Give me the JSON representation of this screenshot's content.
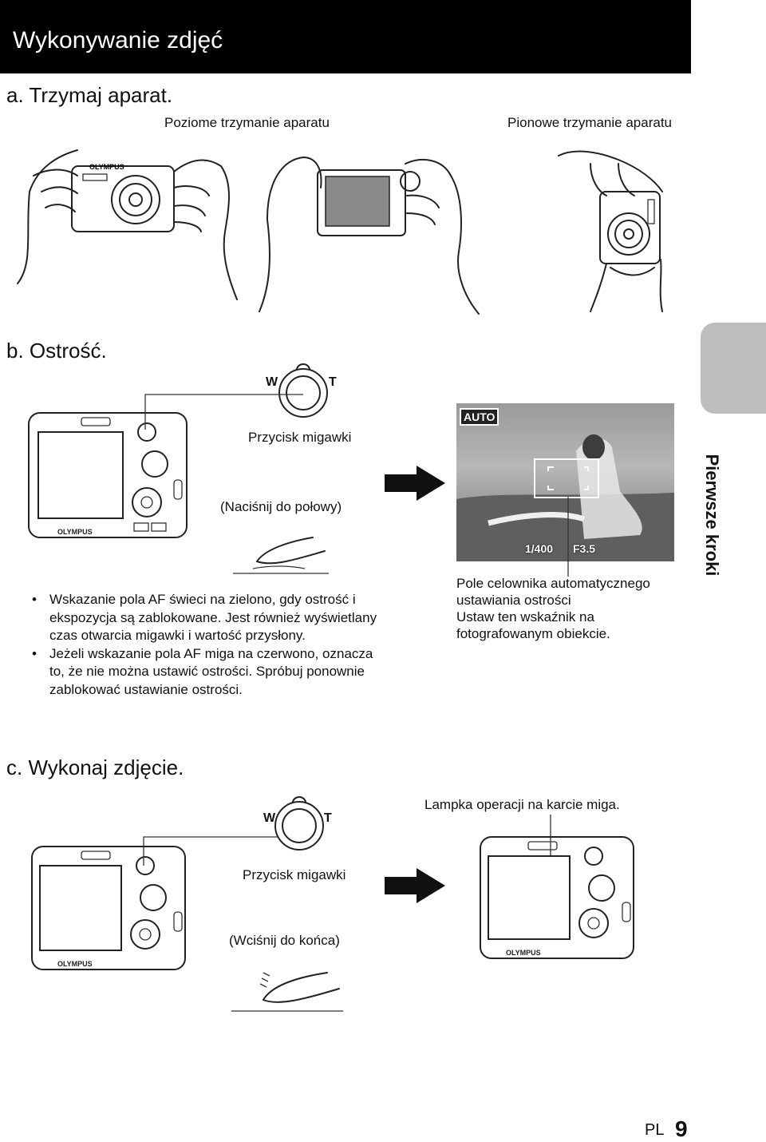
{
  "header": {
    "title": "Wykonywanie zdjęć"
  },
  "step_a": {
    "label": "a.  Trzymaj aparat.",
    "horizontal_caption": "Poziome trzymanie aparatu",
    "vertical_caption": "Pionowe trzymanie aparatu"
  },
  "step_b": {
    "label": "b.  Ostrość.",
    "zoom_w": "W",
    "zoom_t": "T",
    "shutter_label": "Przycisk migawki",
    "press_half": "(Naciśnij do połowy)",
    "bullets": [
      "Wskazanie pola AF świeci na zielono, gdy ostrość i ekspozycja są zablokowane. Jest również wyświetlany czas otwarcia migawki i wartość przysłony.",
      "Jeżeli wskazanie pola AF miga na czerwono, oznacza to, że nie można ustawić ostrości. Spróbuj ponownie zablokować ustawianie ostrości."
    ],
    "screen": {
      "mode": "AUTO",
      "shutter_speed": "1/400",
      "aperture": "F3.5"
    },
    "af_caption": [
      "Pole celownika automatycznego",
      "ustawiania ostrości",
      "Ustaw ten wskaźnik na",
      "fotografowanym obiekcie."
    ]
  },
  "step_c": {
    "label": "c.  Wykonaj zdjęcie.",
    "zoom_w": "W",
    "zoom_t": "T",
    "shutter_label": "Przycisk migawki",
    "press_full": "(Wciśnij do końca)",
    "lamp_caption": "Lampka operacji na karcie miga."
  },
  "side_tab": {
    "label": "Pierwsze kroki"
  },
  "footer": {
    "lang": "PL",
    "page": "9"
  },
  "brand": {
    "logo": "OLYMPUS"
  }
}
